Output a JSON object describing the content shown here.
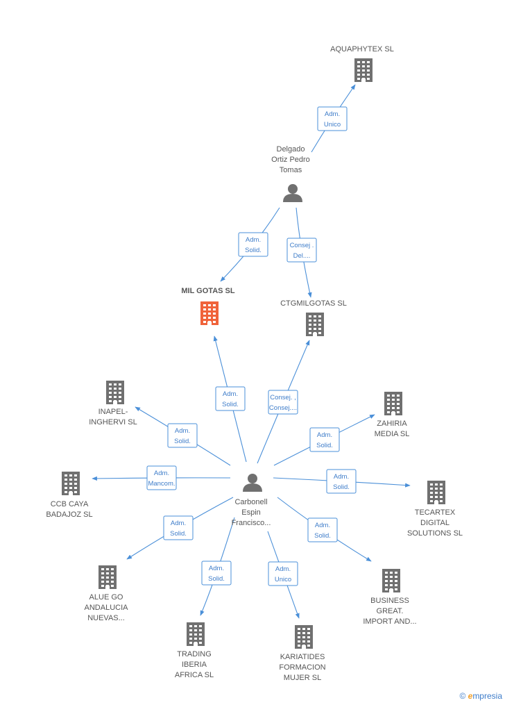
{
  "brand": {
    "symbol": "©",
    "initial": "e",
    "rest": "mpresia"
  },
  "colors": {
    "edge": "#4a8fd8",
    "building": "#707070",
    "main_building": "#f0633a",
    "person": "#707070"
  },
  "nodes": [
    {
      "id": "aquaphytex",
      "kind": "company",
      "label": [
        "AQUAPHYTEX SL"
      ]
    },
    {
      "id": "delgado",
      "kind": "person",
      "label": [
        "Delgado",
        "Ortiz Pedro",
        "Tomas"
      ]
    },
    {
      "id": "milgotas",
      "kind": "company",
      "main": true,
      "label": [
        "MIL GOTAS SL"
      ]
    },
    {
      "id": "ctgmilgotas",
      "kind": "company",
      "label": [
        "CTGMILGOTAS SL"
      ]
    },
    {
      "id": "inapel",
      "kind": "company",
      "label": [
        "INAPEL-",
        "INGHERVI SL"
      ]
    },
    {
      "id": "zahiria",
      "kind": "company",
      "label": [
        "ZAHIRIA",
        "MEDIA SL"
      ]
    },
    {
      "id": "ccbcaya",
      "kind": "company",
      "label": [
        "CCB CAYA",
        "BADAJOZ SL"
      ]
    },
    {
      "id": "carbonell",
      "kind": "person",
      "label": [
        "Carbonell",
        "Espin",
        "Francisco..."
      ]
    },
    {
      "id": "tecartex",
      "kind": "company",
      "label": [
        "TECARTEX",
        "DIGITAL",
        "SOLUTIONS SL"
      ]
    },
    {
      "id": "aluego",
      "kind": "company",
      "label": [
        "ALUE GO",
        "ANDALUCIA",
        "NUEVAS..."
      ]
    },
    {
      "id": "business",
      "kind": "company",
      "label": [
        "BUSINESS",
        "GREAT.",
        "IMPORT AND..."
      ]
    },
    {
      "id": "trading",
      "kind": "company",
      "label": [
        "TRADING",
        "IBERIA",
        "AFRICA SL"
      ]
    },
    {
      "id": "kariatides",
      "kind": "company",
      "label": [
        "KARIATIDES",
        "FORMACION",
        "MUJER SL"
      ]
    }
  ],
  "edges": [
    {
      "from": "delgado",
      "to": "aquaphytex",
      "label": [
        "Adm.",
        "Unico"
      ]
    },
    {
      "from": "delgado",
      "to": "milgotas",
      "label": [
        "Adm.",
        "Solid."
      ]
    },
    {
      "from": "delgado",
      "to": "ctgmilgotas",
      "label": [
        "Consej .",
        "Del...."
      ]
    },
    {
      "from": "carbonell",
      "to": "milgotas",
      "label": [
        "Adm.",
        "Solid."
      ]
    },
    {
      "from": "carbonell",
      "to": "ctgmilgotas",
      "label": [
        "Consej. ,",
        "Consej...."
      ]
    },
    {
      "from": "carbonell",
      "to": "inapel",
      "label": [
        "Adm.",
        "Solid."
      ]
    },
    {
      "from": "carbonell",
      "to": "zahiria",
      "label": [
        "Adm.",
        "Solid."
      ]
    },
    {
      "from": "carbonell",
      "to": "ccbcaya",
      "label": [
        "Adm.",
        "Mancom."
      ]
    },
    {
      "from": "carbonell",
      "to": "tecartex",
      "label": [
        "Adm.",
        "Solid."
      ]
    },
    {
      "from": "carbonell",
      "to": "aluego",
      "label": [
        "Adm.",
        "Solid."
      ]
    },
    {
      "from": "carbonell",
      "to": "business",
      "label": [
        "Adm.",
        "Solid."
      ]
    },
    {
      "from": "carbonell",
      "to": "trading",
      "label": [
        "Adm.",
        "Solid."
      ]
    },
    {
      "from": "carbonell",
      "to": "kariatides",
      "label": [
        "Adm.",
        "Unico"
      ]
    }
  ]
}
